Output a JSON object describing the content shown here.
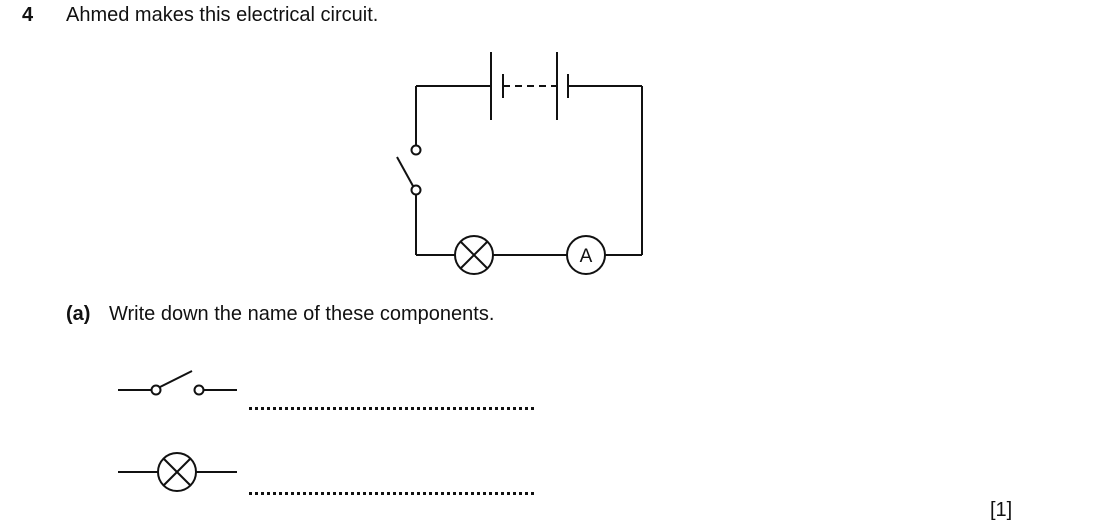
{
  "question": {
    "number": "4",
    "stem": "Ahmed makes this electrical circuit."
  },
  "circuit": {
    "ammeter_symbol_letter": "A"
  },
  "part_a": {
    "label": "(a)",
    "prompt": "Write down the name of these components."
  },
  "components": [
    {
      "icon": "switch-symbol-icon",
      "answer": ""
    },
    {
      "icon": "lamp-symbol-icon",
      "answer": ""
    }
  ],
  "marks": "[1]"
}
